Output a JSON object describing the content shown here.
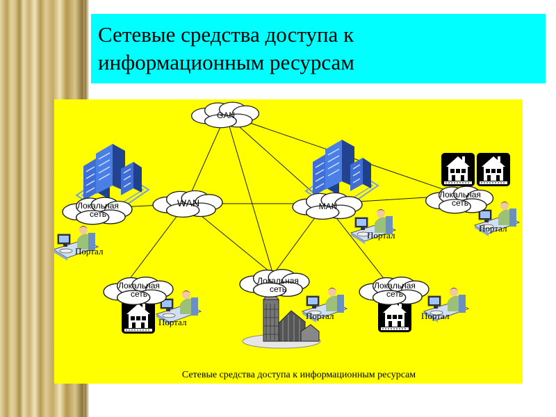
{
  "slide": {
    "title_line1": "Сетевые средства доступа к",
    "title_line2": "информационным ресурсам"
  },
  "diagram": {
    "nodes": {
      "gan": "GAN",
      "wan": "WAN",
      "man": "MAN",
      "lan_left": [
        "Локальная",
        "сеть"
      ],
      "lan_bottom_left": [
        "Локальная",
        "сеть"
      ],
      "lan_center": [
        "Локальная",
        "сеть"
      ],
      "lan_bottom_right": [
        "Локальная",
        "сеть"
      ],
      "lan_right": [
        "Локальная",
        "сеть"
      ]
    },
    "portal_label": "Портал",
    "caption": "Сетевые средства доступа к информационным ресурсам"
  },
  "colors": {
    "title_background": "#00ffff",
    "panel_background": "#ffff00",
    "building_blue": "#3f6fd6",
    "cloud_fill": "#ffffff"
  },
  "icons": [
    "office-building-icon",
    "house-icon",
    "silo-farm-icon",
    "person-at-computer-icon"
  ]
}
